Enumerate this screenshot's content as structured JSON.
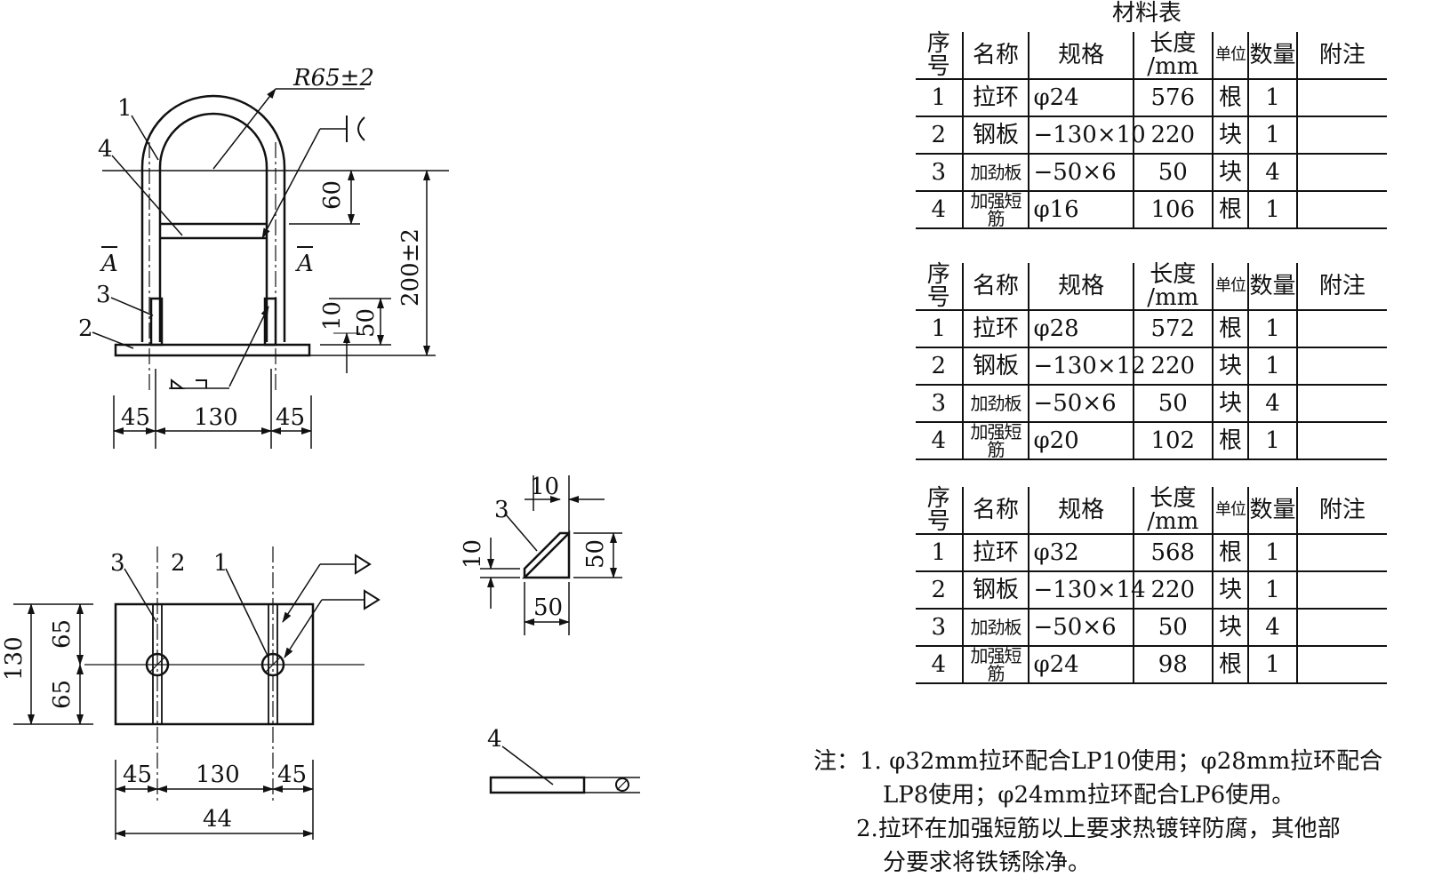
{
  "drawing": {
    "front_view": {
      "radius_label": "R65±2",
      "part_labels": [
        "1",
        "4",
        "3",
        "2"
      ],
      "section_marks": [
        "A",
        "A"
      ],
      "dims": {
        "top_offset": "60",
        "overall_height": "200±2",
        "small_a": "10",
        "small_b": "50",
        "left": "45",
        "middle": "130",
        "right": "45"
      }
    },
    "plan_view": {
      "part_labels": [
        "3",
        "2",
        "1"
      ],
      "dims": {
        "height_total": "130",
        "half_top": "65",
        "half_bottom": "65",
        "left": "45",
        "middle": "130",
        "right": "45",
        "overall": "44"
      }
    },
    "stiffener_detail": {
      "label": "3",
      "dims": {
        "top": "10",
        "left": "10",
        "right": "50",
        "bottom": "50"
      }
    },
    "bar_detail": {
      "label": "4"
    }
  },
  "material_table": {
    "title": "材料表",
    "headers": [
      "序号",
      "名称",
      "规格",
      "长度\n/mm",
      "单位",
      "数量",
      "附注"
    ],
    "header_length_top": "长度",
    "header_length_bottom": "/mm",
    "groups": [
      [
        [
          "1",
          "拉环",
          "φ24",
          "576",
          "根",
          "1",
          ""
        ],
        [
          "2",
          "钢板",
          "−130×10",
          "220",
          "块",
          "1",
          ""
        ],
        [
          "3",
          "加劲板",
          "−50×6",
          "50",
          "块",
          "4",
          ""
        ],
        [
          "4",
          "加强短筋",
          "φ16",
          "106",
          "根",
          "1",
          ""
        ]
      ],
      [
        [
          "1",
          "拉环",
          "φ28",
          "572",
          "根",
          "1",
          ""
        ],
        [
          "2",
          "钢板",
          "−130×12",
          "220",
          "块",
          "1",
          ""
        ],
        [
          "3",
          "加劲板",
          "−50×6",
          "50",
          "块",
          "4",
          ""
        ],
        [
          "4",
          "加强短筋",
          "φ20",
          "102",
          "根",
          "1",
          ""
        ]
      ],
      [
        [
          "1",
          "拉环",
          "φ32",
          "568",
          "根",
          "1",
          ""
        ],
        [
          "2",
          "钢板",
          "−130×14",
          "220",
          "块",
          "1",
          ""
        ],
        [
          "3",
          "加劲板",
          "−50×6",
          "50",
          "块",
          "4",
          ""
        ],
        [
          "4",
          "加强短筋",
          "φ24",
          "98",
          "根",
          "1",
          ""
        ]
      ]
    ]
  },
  "notes": {
    "n1_line1": "注：1. φ32mm拉环配合LP10使用；φ28mm拉环配合",
    "n1_line2": "LP8使用；φ24mm拉环配合LP6使用。",
    "n2_line1": "2.拉环在加强短筋以上要求热镀锌防腐，其他部",
    "n2_line2": "分要求将铁锈除净。"
  }
}
